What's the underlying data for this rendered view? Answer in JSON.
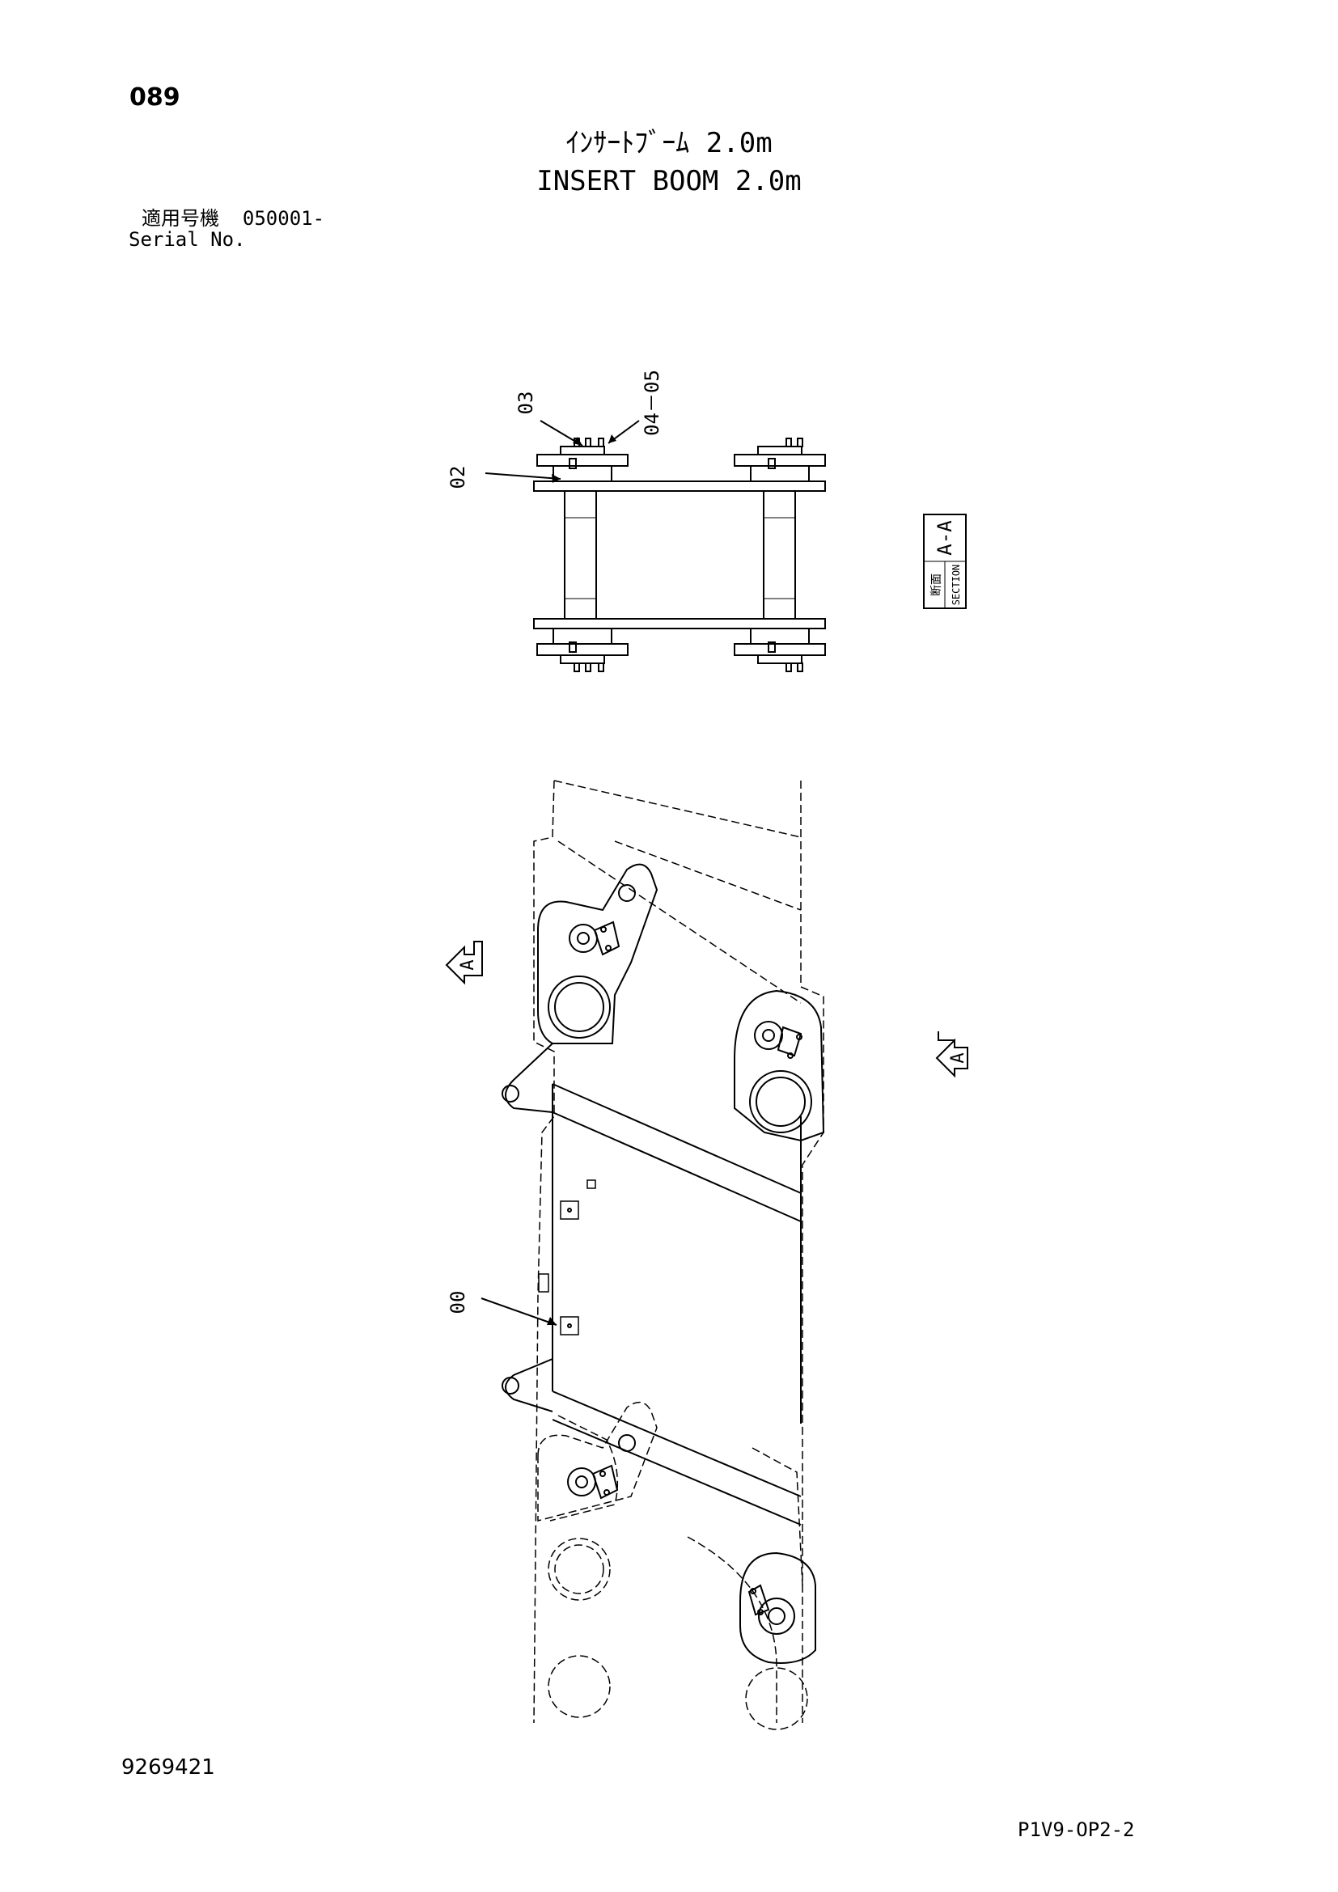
{
  "page_number": "089",
  "title_jp": "ｲﾝｻｰﾄﾌﾞｰﾑ 2.0m",
  "title_en": "INSERT BOOM 2.0m",
  "serial_label_jp": "適用号機",
  "serial_range": "050001-",
  "serial_label_en": "Serial No.",
  "part_labels": {
    "p00": "00",
    "p02": "02",
    "p03": "03",
    "p04_05": "04－05"
  },
  "section_box": {
    "label_jp": "断面",
    "label_en": "SECTION",
    "label": "A-A"
  },
  "section_arrow_letter": "A",
  "document_number": "9269421",
  "page_code": "P1V9-OP2-2"
}
